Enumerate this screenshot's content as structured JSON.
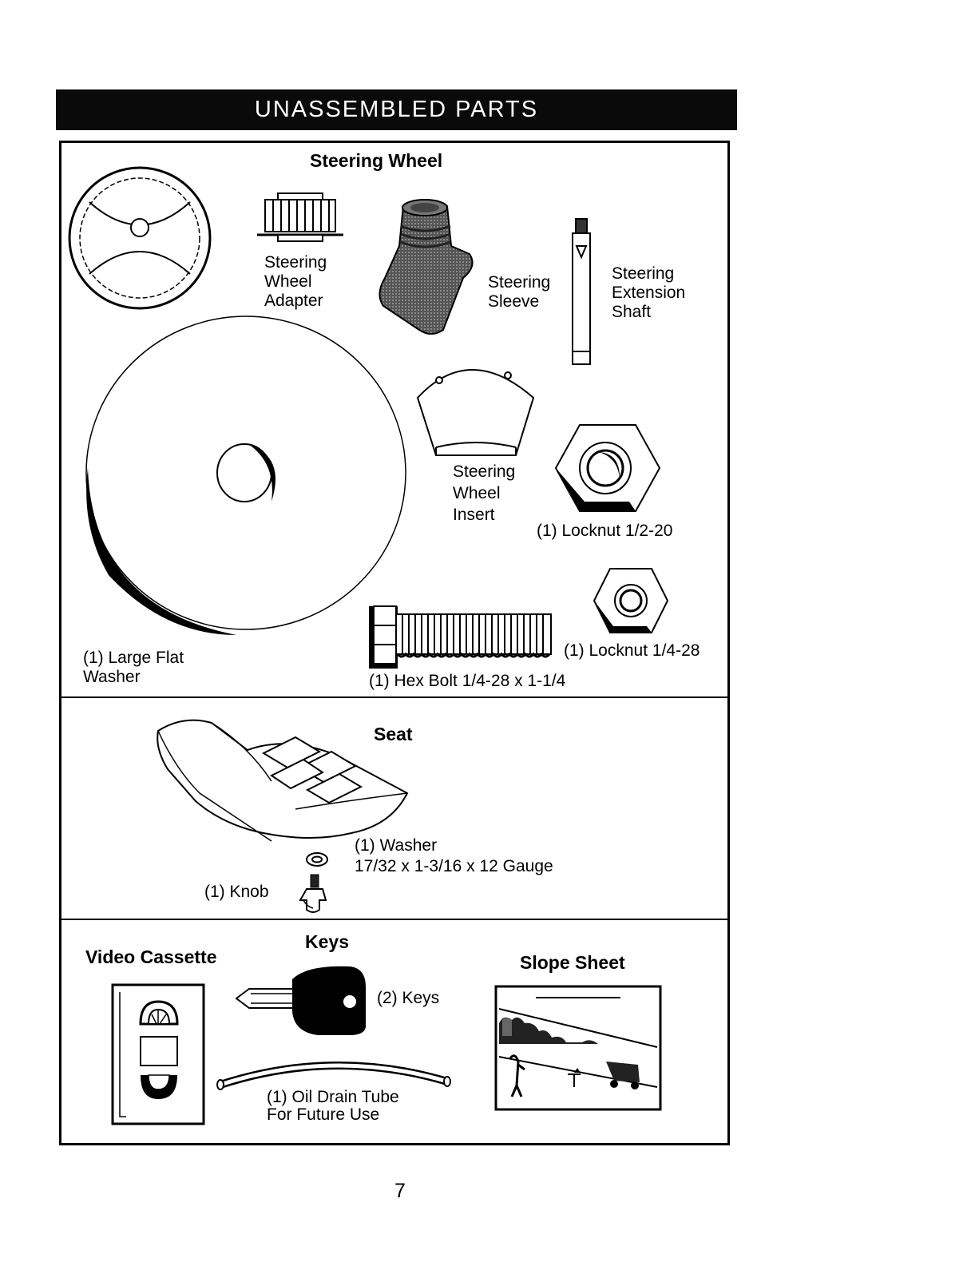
{
  "page": {
    "title": "UNASSEMBLED PARTS",
    "page_number": "7"
  },
  "steering_wheel_section": {
    "heading": "Steering Wheel",
    "parts": {
      "adapter": [
        "Steering",
        "Wheel",
        "Adapter"
      ],
      "sleeve": [
        "Steering",
        "Sleeve"
      ],
      "extension_shaft": [
        "Steering",
        "Extension",
        "Shaft"
      ],
      "insert": [
        "Steering",
        "Wheel",
        "Insert"
      ],
      "locknut_large": "(1) Locknut  1/2-20",
      "locknut_small": "(1) Locknut  1/4-28",
      "hex_bolt": "(1) Hex Bolt  1/4-28 x 1-1/4",
      "large_flat_washer": [
        "(1) Large Flat",
        "Washer"
      ]
    }
  },
  "seat_section": {
    "heading": "Seat",
    "parts": {
      "washer": [
        "(1) Washer",
        "17/32 x 1-3/16 x 12 Gauge"
      ],
      "knob": "(1) Knob"
    }
  },
  "misc_section": {
    "video_heading": "Video Cassette",
    "keys_heading": "Keys",
    "keys_label": "(2) Keys",
    "slope_heading": "Slope Sheet",
    "oil_tube": [
      "(1) Oil Drain Tube",
      "For Future Use"
    ]
  }
}
